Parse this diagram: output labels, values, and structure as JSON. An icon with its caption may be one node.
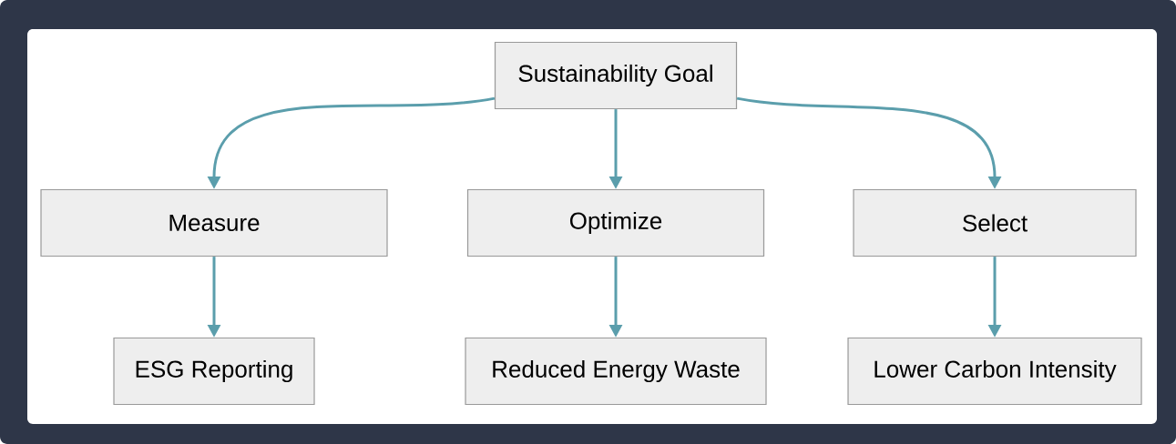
{
  "diagram": {
    "nodes": [
      {
        "text": [
          "Sustainability Goal"
        ]
      },
      {
        "text": [
          "Measure"
        ]
      },
      {
        "text": [
          "Optimize"
        ]
      },
      {
        "text": [
          "Select"
        ]
      },
      {
        "text": [
          "ESG Reporting"
        ]
      },
      {
        "text": [
          "Reduced Energy Waste"
        ]
      },
      {
        "text": [
          "Lower Carbon Intensity"
        ]
      }
    ],
    "edges": [
      {
        "from": 0,
        "to": 1,
        "arrow": "to"
      },
      {
        "from": 0,
        "to": 2,
        "arrow": "to"
      },
      {
        "from": 0,
        "to": 3,
        "arrow": "to"
      },
      {
        "from": 1,
        "to": 4,
        "arrow": "to"
      },
      {
        "from": 2,
        "to": 5,
        "arrow": "to"
      },
      {
        "from": 3,
        "to": 6,
        "arrow": "to"
      }
    ]
  }
}
